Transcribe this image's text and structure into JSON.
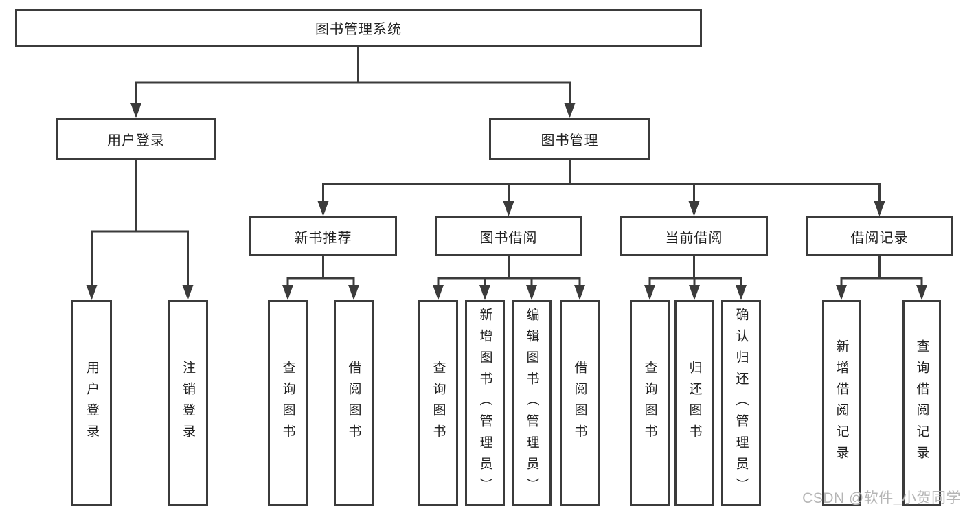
{
  "diagram": {
    "title": "图书管理系统",
    "root": {
      "label": "图书管理系统"
    },
    "level2": [
      {
        "label": "用户登录"
      },
      {
        "label": "图书管理"
      }
    ],
    "level3": [
      {
        "label": "新书推荐"
      },
      {
        "label": "图书借阅"
      },
      {
        "label": "当前借阅"
      },
      {
        "label": "借阅记录"
      }
    ],
    "leaves": {
      "user_login": [
        "用户登录",
        "注销登录"
      ],
      "new_books": [
        "查询图书",
        "借阅图书"
      ],
      "book_borrow": [
        "查询图书",
        "新增图书（管理员）",
        "编辑图书（管理员）",
        "借阅图书"
      ],
      "current_borrow": [
        "查询图书",
        "归还图书",
        "确认归还（管理员）"
      ],
      "borrow_records": [
        "新增借阅记录",
        "查询借阅记录"
      ]
    }
  },
  "watermark": {
    "text": "CSDN @软件_小贺同学"
  },
  "colors": {
    "line": "#3b3b3b",
    "text": "#202020",
    "background": "#ffffff",
    "watermark": "#b5b5b5"
  }
}
